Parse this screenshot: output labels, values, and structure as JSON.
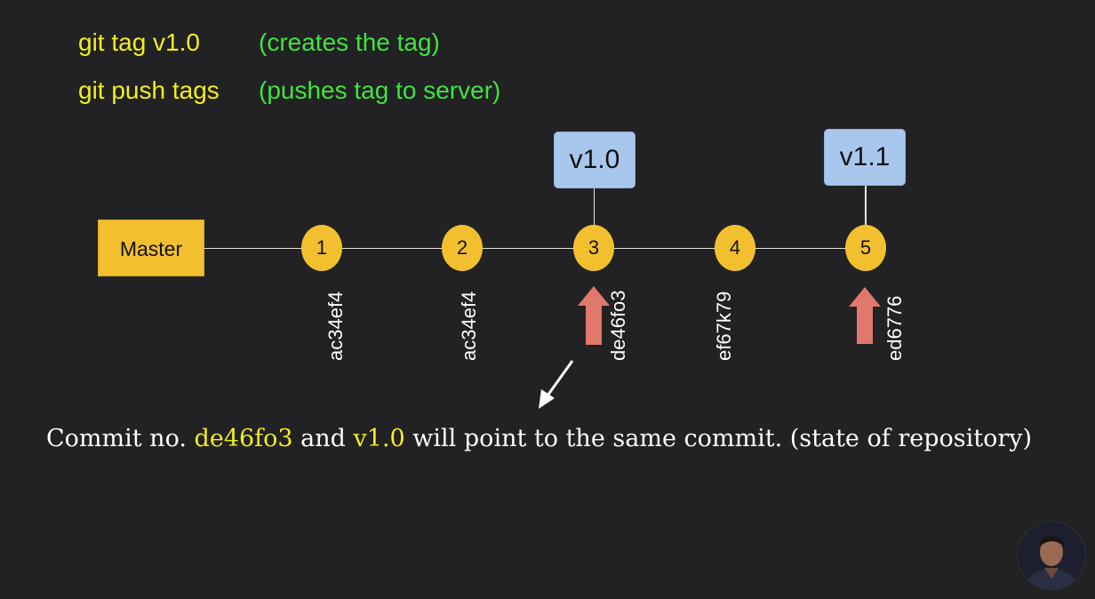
{
  "commands": [
    {
      "command": "git tag v1.0",
      "description": "(creates the tag)"
    },
    {
      "command": "git push tags",
      "description": "(pushes tag to server)"
    }
  ],
  "branch": {
    "label": "Master"
  },
  "commits": [
    {
      "number": "1",
      "hash": "ac34ef4"
    },
    {
      "number": "2",
      "hash": "ac34ef4"
    },
    {
      "number": "3",
      "hash": "de46fo3"
    },
    {
      "number": "4",
      "hash": "ef67k79"
    },
    {
      "number": "5",
      "hash": "ed6776"
    }
  ],
  "tags": [
    {
      "label": "v1.0",
      "commit": "3"
    },
    {
      "label": "v1.1",
      "commit": "5"
    }
  ],
  "caption": {
    "before": "Commit no. ",
    "hash": "de46fo3",
    "middle": " and ",
    "tag": "v1.0",
    "after": " will point to the same commit. (state of repository)"
  },
  "colors": {
    "background": "#222123",
    "command": "#f2ee1f",
    "description": "#3fe43f",
    "commit_node": "#f2bf2f",
    "tag_box": "#a8c7ec",
    "pointer_arrow": "#e0786b"
  }
}
